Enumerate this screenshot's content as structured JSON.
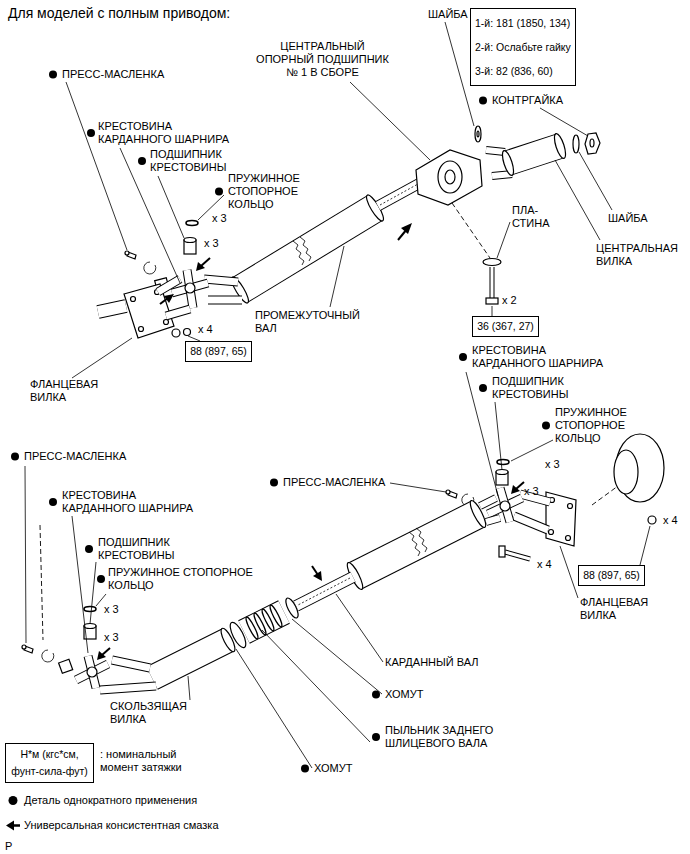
{
  "diagram": {
    "title": "Для моделей с полным приводом:",
    "nodes": [
      {
        "text": [
          "1-й: 181 (1850, 134)",
          "2-й: Ослабьте гайку",
          "3-й: 82 (836, 60)"
        ]
      },
      {
        "text": [
          "36 (367, 27)"
        ]
      },
      {
        "text": [
          "88 (897, 65)"
        ]
      },
      {
        "text": [
          "88 (897, 65)"
        ]
      },
      {
        "text": [
          "Н*м (кгс*см, фунт-сила-фут)"
        ]
      }
    ],
    "labels": [
      "ШАЙБА",
      "ЦЕНТРАЛЬНЫЙ ОПОРНЫЙ ПОДШИПНИК № 1 В СБОРЕ",
      "ПРЕСС-МАСЛЕНКА",
      "КОНТРГАЙКА",
      "КРЕСТОВИНА КАРДАННОГО ШАРНИРА",
      "ПОДШИПНИК КРЕСТОВИНЫ",
      "ПРУЖИННОЕ СТОПОРНОЕ КОЛЬЦО",
      "ПЛА- СТИНА",
      "x 3",
      "ШАЙБА",
      "x 3",
      "ЦЕНТРАЛЬНАЯ ВИЛКА",
      "x 2",
      "ПРОМЕЖУТОЧНЫЙ ВАЛ",
      "x 4",
      "КРЕСТОВИНА КАРДАННОГО ШАРНИРА",
      "ПОДШИПНИК КРЕСТОВИНЫ",
      "ФЛАНЦЕВАЯ ВИЛКА",
      "ПРУЖИННОЕ СТОПОРНОЕ КОЛЬЦО",
      "ПРЕСС-МАСЛЕНКА",
      "x 3",
      "ПРЕСС-МАСЛЕНКА",
      "КРЕСТОВИНА КАРДАННОГО ШАРНИРА",
      "x 3",
      "x 4",
      "ПОДШИПНИК КРЕСТОВИНЫ",
      "x 4",
      "ПРУЖИННОЕ СТОПОРНОЕ КОЛЬЦО",
      "ФЛАНЦЕВАЯ ВИЛКА",
      "x 3",
      "x 3",
      "КАРДАННЫЙ ВАЛ",
      "ХОМУТ",
      "СКОЛЬЗЯЩАЯ ВИЛКА",
      "ПЫЛЬНИК ЗАДНЕГО ШЛИЦЕВОГО ВАЛА",
      ": номинальный момент затяжки",
      "ХОМУТ",
      "P"
    ],
    "legend": [
      {
        "text": "Деталь однократного применения"
      },
      {
        "text": "Универсальная консистентная смазка"
      }
    ]
  }
}
